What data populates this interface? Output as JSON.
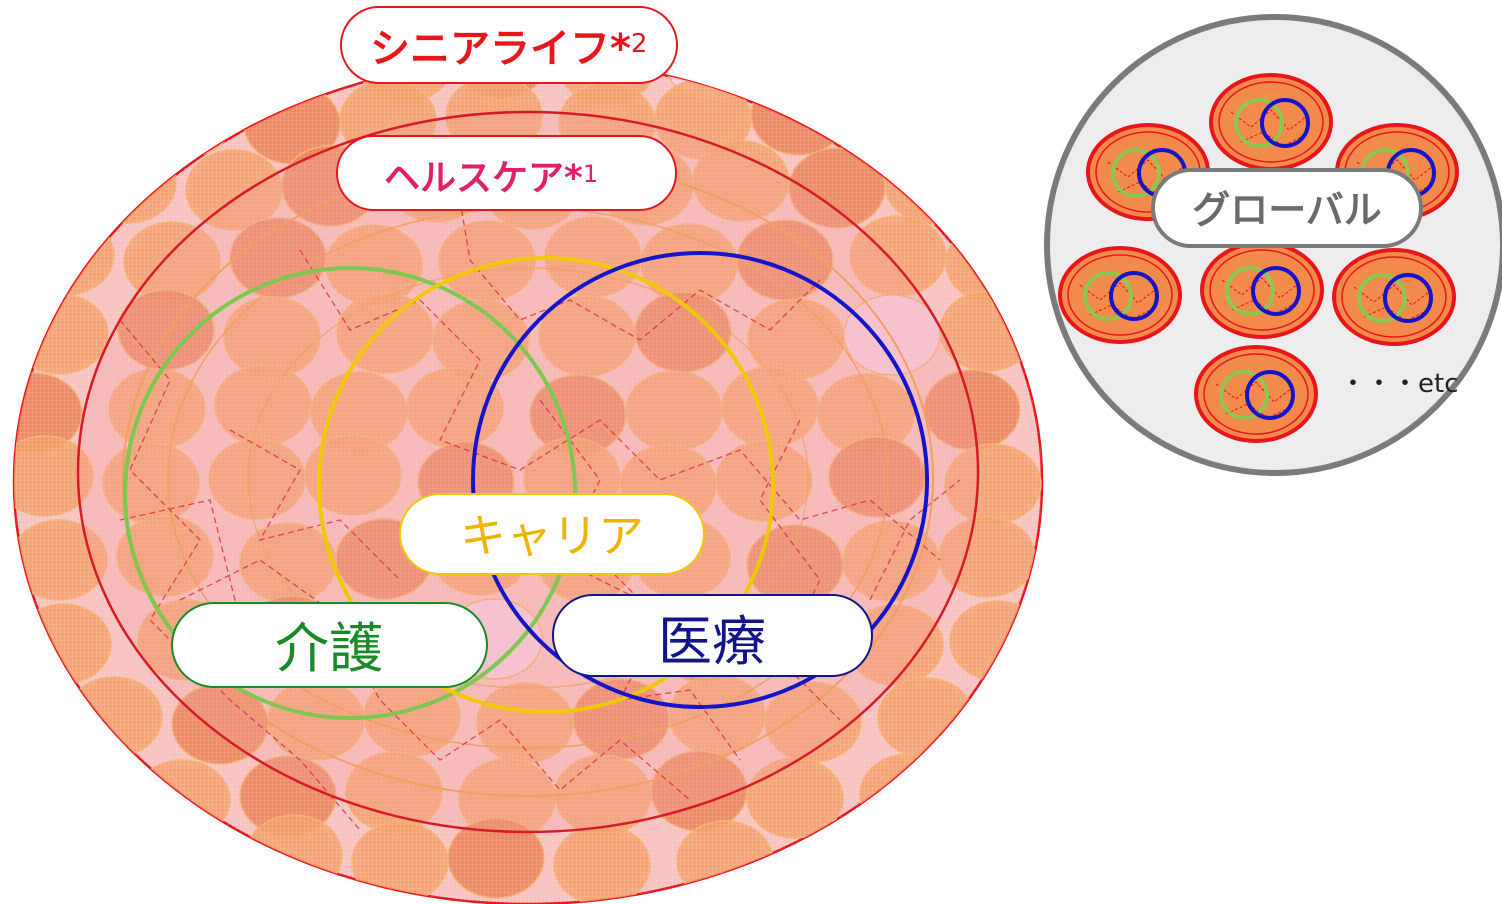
{
  "colors": {
    "senior_ring": "#e8151b",
    "healthcare_ring": "#d81a24",
    "kaigo_circle": "#7ec850",
    "career_circle": "#f0c808",
    "iryo_circle": "#1414c8",
    "global_border": "#7a7a7a",
    "tile_fill": "#f4a06a",
    "tile_fill_dark": "#ec8258",
    "tile_fill_pink": "#f6d0e6",
    "background_pink": "#f6c0bf",
    "kaigo_text": "#1a8a28",
    "career_text": "#f0b400",
    "iryo_text": "#14148a",
    "senior_text": "#e8151b",
    "healthcare_text": "#e0206a",
    "global_text": "#6a6a6a"
  },
  "labels": {
    "senior_life": "シニアライフ*",
    "senior_life_note": "2",
    "healthcare": "ヘルスケア*",
    "healthcare_note": "1",
    "career": "キャリア",
    "kaigo": "介護",
    "iryo": "医療",
    "global": "グローバル",
    "etc": "・・・etc"
  }
}
